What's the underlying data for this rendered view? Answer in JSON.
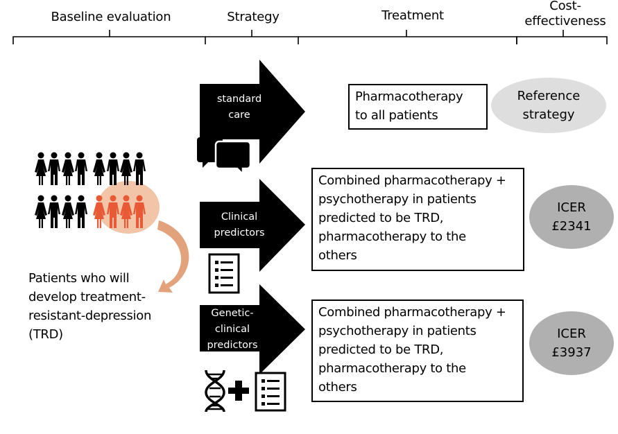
{
  "headers": {
    "baseline": "Baseline evaluation",
    "strategy": "Strategy",
    "treatment": "Treatment",
    "cost_line1": "Cost-",
    "cost_line2": "effectiveness"
  },
  "strategies": [
    {
      "label_line1": "standard",
      "label_line2": "care",
      "icon": "speech-bubbles-icon",
      "treatment": [
        "Pharmacotherapy",
        "to all patients"
      ],
      "outcome_line1": "Reference",
      "outcome_line2": "strategy",
      "outcome_color": "#dedede"
    },
    {
      "label_line1": "Clinical",
      "label_line2": "predictors",
      "icon": "checklist-icon",
      "treatment": [
        "Combined pharmacotherapy +",
        "psychotherapy in patients",
        "predicted to be TRD,",
        "pharmacotherapy to the",
        "others"
      ],
      "outcome_line1": "ICER",
      "outcome_line2": "£2341",
      "outcome_color": "#b0b0b0"
    },
    {
      "label_line1": "Genetic-",
      "label_line2": "clinical",
      "label_line3": "predictors",
      "icon": "dna-plus-checklist-icon",
      "plus_symbol": "+",
      "treatment": [
        "Combined pharmacotherapy +",
        "psychotherapy in patients",
        "predicted to be TRD,",
        "pharmacotherapy to the",
        "others"
      ],
      "outcome_line1": "ICER",
      "outcome_line2": "£3937",
      "outcome_color": "#b0b0b0"
    }
  ],
  "population": {
    "total_people": 16,
    "highlighted_people": 4,
    "people_color": "#000000",
    "highlight_people_color": "#e85a35",
    "highlight_bg_color": "#f2c4a8",
    "arrow_color": "#e8a27e",
    "caption": [
      "Patients who will",
      "develop treatment-",
      "resistant-depression",
      "(TRD)"
    ]
  }
}
